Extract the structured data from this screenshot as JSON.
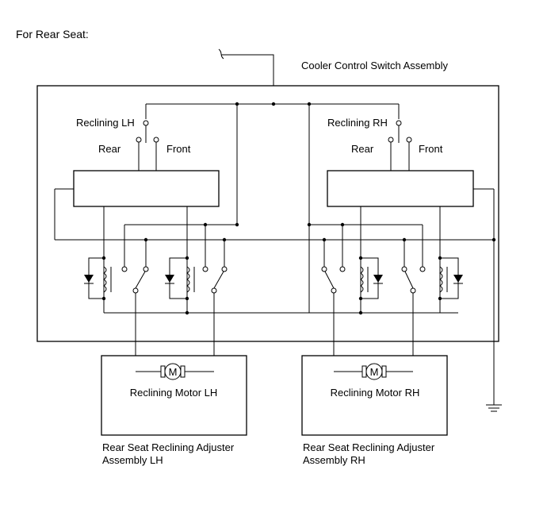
{
  "header": {
    "title": "For Rear Seat:"
  },
  "assembly": {
    "name": "Cooler Control Switch Assembly"
  },
  "switches": {
    "left": {
      "name": "Reclining LH",
      "rear": "Rear",
      "front": "Front"
    },
    "right": {
      "name": "Reclining RH",
      "rear": "Rear",
      "front": "Front"
    }
  },
  "motors": {
    "left": {
      "symbol": "M",
      "name": "Reclining Motor LH"
    },
    "right": {
      "symbol": "M",
      "name": "Reclining Motor RH"
    }
  },
  "adjusters": {
    "left": {
      "line1": "Rear Seat Reclining Adjuster",
      "line2": "Assembly LH"
    },
    "right": {
      "line1": "Rear Seat Reclining Adjuster",
      "line2": "Assembly RH"
    }
  },
  "colors": {
    "line": "#000000",
    "background": "#ffffff"
  }
}
